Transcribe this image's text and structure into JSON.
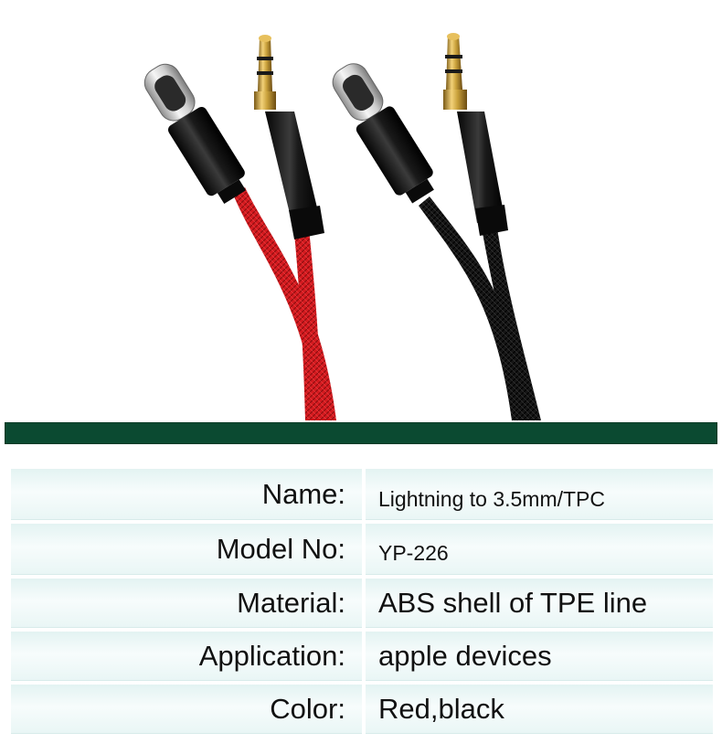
{
  "product_image": {
    "description_icon": "cable-pair-image",
    "cables": [
      {
        "name": "red-cable",
        "braid_color": "#d41a1f"
      },
      {
        "name": "black-cable",
        "braid_color": "#141414"
      }
    ],
    "plug_gold": "#c9a13b"
  },
  "divider_color": "#0b4a31",
  "specs": [
    {
      "label": "Name:",
      "value": "Lightning to 3.5mm/TPC"
    },
    {
      "label": "Model No:",
      "value": "YP-226"
    },
    {
      "label": "Material:",
      "value": "ABS shell of TPE line"
    },
    {
      "label": "Application:",
      "value": "apple devices"
    },
    {
      "label": "Color:",
      "value": "Red,black"
    }
  ]
}
